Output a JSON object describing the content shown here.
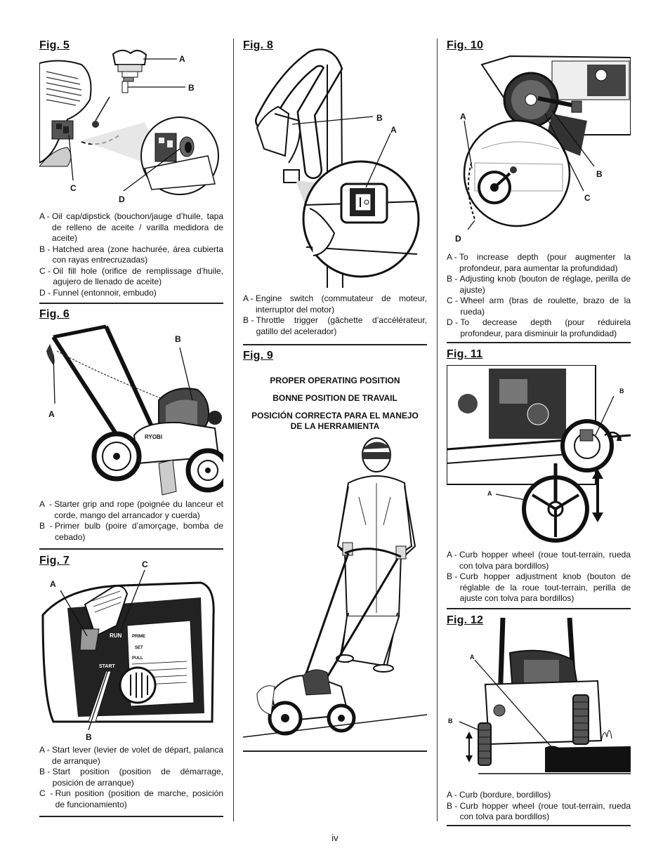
{
  "page_number": "iv",
  "fig5": {
    "title": "Fig. 5",
    "labels": {
      "a": "A",
      "b": "B",
      "c": "C",
      "d": "D"
    },
    "captions": [
      {
        "key": "A - ",
        "text": "Oil cap/dipstick (bouchon/jauge d’huile, tapa de relleno de aceite / varilla medidora de aceite)"
      },
      {
        "key": "B - ",
        "text": "Hatched area (zone hachurée, área cubierta con rayas entrecruzadas)"
      },
      {
        "key": "C - ",
        "text": "Oil fill hole (orifice de remplissage d’huile, agujero de llenado de aceite)"
      },
      {
        "key": "D - ",
        "text": "Funnel (entonnoir, embudo)"
      }
    ]
  },
  "fig6": {
    "title": "Fig. 6",
    "labels": {
      "a": "A",
      "b": "B"
    },
    "captions": [
      {
        "key": "A  - ",
        "text": "Starter grip and rope (poignée du lanceur et corde, mango del arrancador y cuerda)"
      },
      {
        "key": "B  - ",
        "text": "Primer bulb (poire d’amorçage, bomba de cebado)"
      }
    ]
  },
  "fig7": {
    "title": "Fig. 7",
    "labels": {
      "a": "A",
      "b": "B",
      "c": "C"
    },
    "panel": {
      "run": "RUN",
      "start": "START",
      "prime": "PRIME",
      "set": "SET",
      "pull": "PULL"
    },
    "captions": [
      {
        "key": "A - ",
        "text": "Start lever (levier de volet de départ, palanca de arranque)"
      },
      {
        "key": "B - ",
        "text": "Start position (position de démarrage, posición de arranque)"
      },
      {
        "key": "C  - ",
        "text": "Run position (position de marche, posición de funcionamiento)"
      }
    ]
  },
  "fig8": {
    "title": "Fig. 8",
    "labels": {
      "a": "A",
      "b": "B"
    },
    "captions": [
      {
        "key": "A - ",
        "text": "Engine switch (commutateur de moteur, interruptor del motor)"
      },
      {
        "key": "B - ",
        "text": "Throttle trigger (gâchette d’accélérateur, gatillo del acelerador)"
      }
    ]
  },
  "fig9": {
    "title": "Fig. 9",
    "lines": [
      "PROPER OPERATING POSITION",
      "BONNE POSITION DE TRAVAIL",
      "POSICIÓN CORRECTA PARA EL MANEJO DE LA HERRAMIENTA"
    ]
  },
  "fig10": {
    "title": "Fig. 10",
    "labels": {
      "a": "A",
      "b": "B",
      "c": "C",
      "d": "D"
    },
    "captions": [
      {
        "key": "A - ",
        "text": "To increase depth (pour augmenter la profondeur, para aumentar la profundidad)"
      },
      {
        "key": "B - ",
        "text": "Adjusting knob (bouton de réglage, perilla de ajuste)"
      },
      {
        "key": "C - ",
        "text": "Wheel arm (bras de roulette, brazo de la rueda)"
      },
      {
        "key": "D - ",
        "text": "To decrease depth (pour réduirela profondeur, para disminuir la profundidad)"
      }
    ]
  },
  "fig11": {
    "title": "Fig. 11",
    "labels": {
      "a": "A",
      "b": "B"
    },
    "captions": [
      {
        "key": "A - ",
        "text": "Curb hopper wheel (roue tout-terrain, rueda con tolva para bordillos)"
      },
      {
        "key": "B - ",
        "text": "Curb hopper adjustment knob (bouton de réglable de la roue tout-terrain, perilla de ajuste con tolva para bordillos)"
      }
    ]
  },
  "fig12": {
    "title": "Fig. 12",
    "labels": {
      "a": "A",
      "b": "B"
    },
    "captions": [
      {
        "key": "A - ",
        "text": "Curb (bordure, bordillos)"
      },
      {
        "key": "B - ",
        "text": "Curb hopper wheel (roue tout-terrain, rueda con tolva para bordillos)"
      }
    ]
  }
}
